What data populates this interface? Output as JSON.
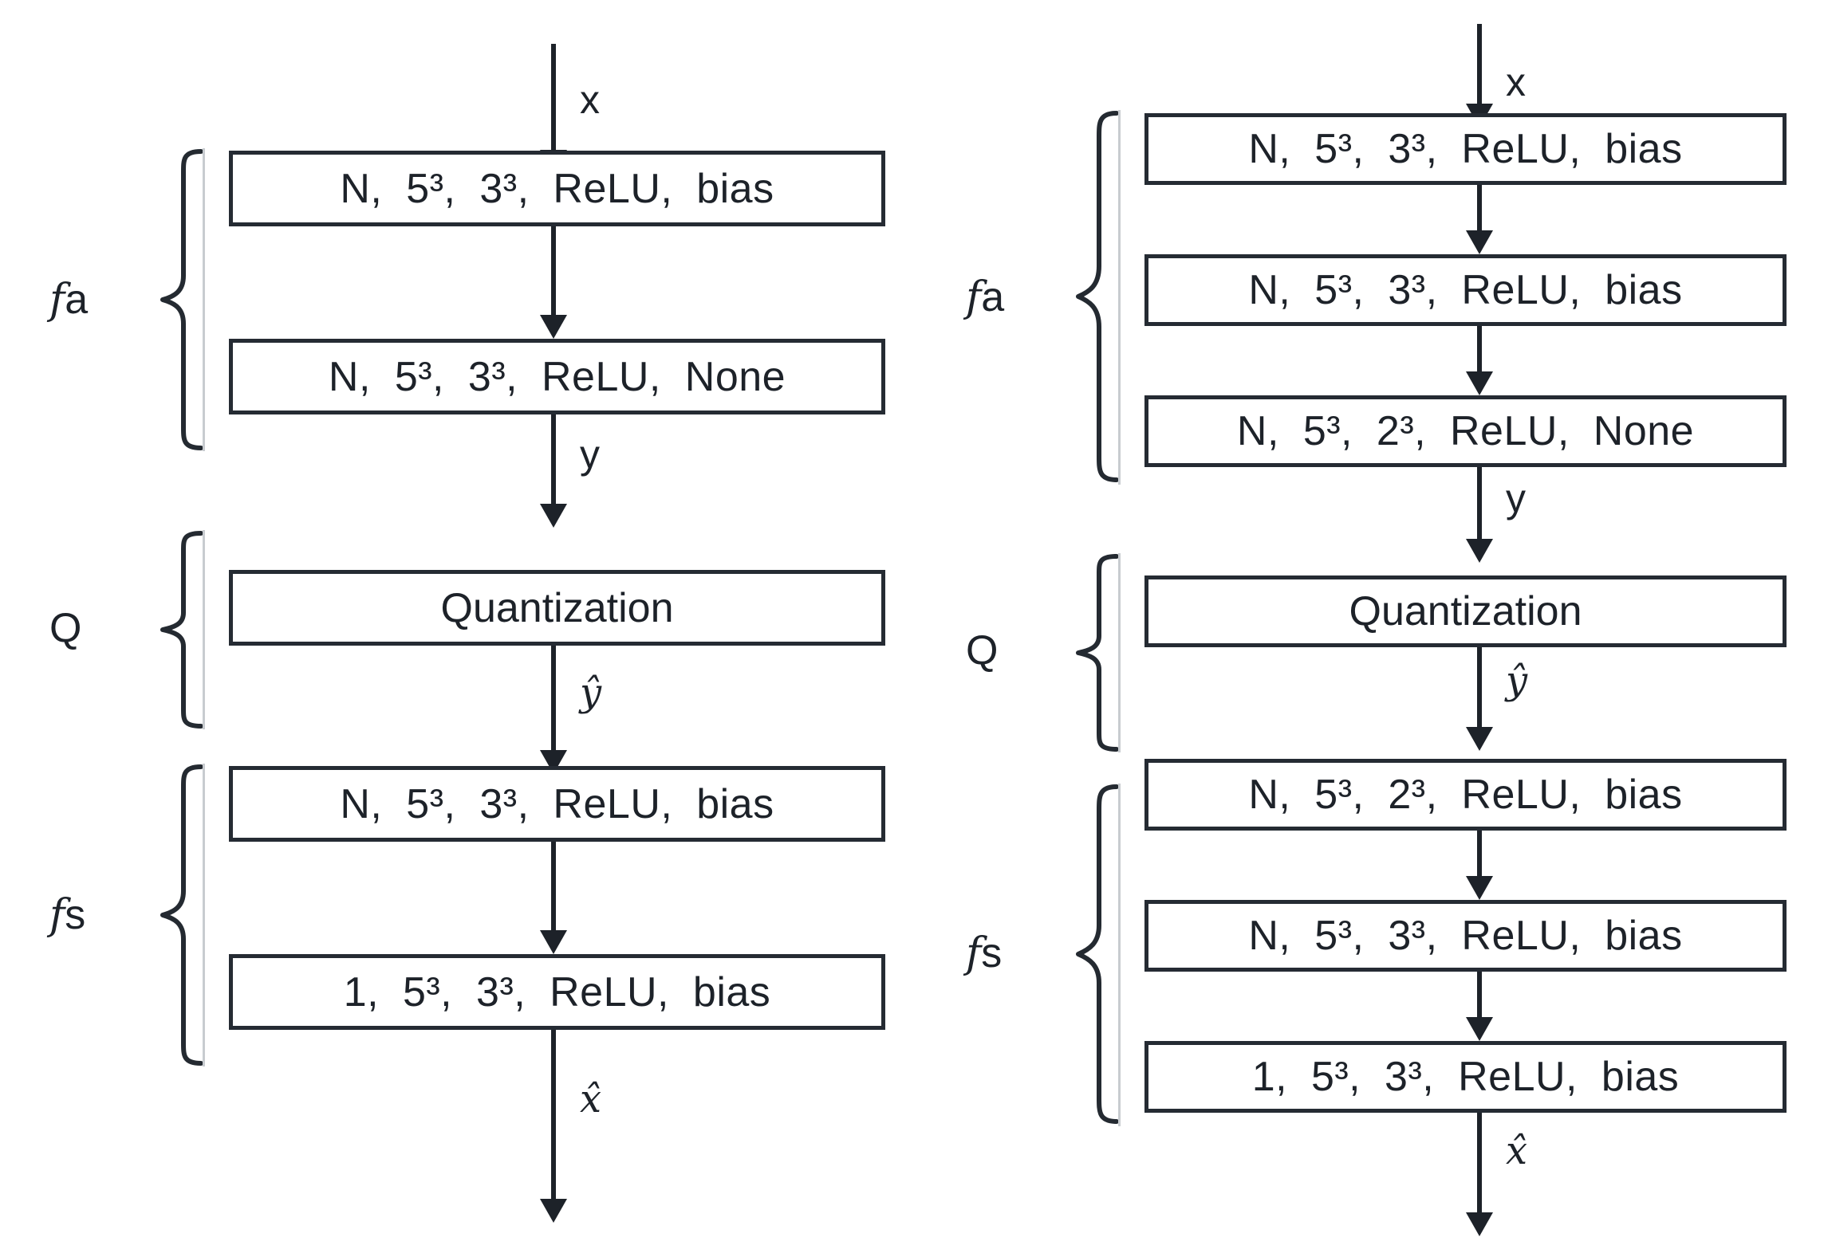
{
  "figure": {
    "type": "block-diagram",
    "description": "Two autoencoder network architecture block diagrams with analysis transform fa, quantization Q and synthesis transform fs",
    "panel_count": 2
  },
  "colors": {
    "stroke": "#1d2229",
    "box_border": "#252b33",
    "background": "#ffffff",
    "brace_bar": "#c8ccd0"
  },
  "panels": [
    {
      "id": "left",
      "name": "two-layer-architecture",
      "input_label": "x",
      "output_label": "x̂",
      "groups": [
        {
          "id": "fa",
          "label_italic": "f",
          "label_rest": "a",
          "boxes": [
            {
              "text": "N,  5³,  3³,  ReLU,  bias",
              "channels": "N",
              "filters": "5³",
              "kernel": "3³",
              "activation": "ReLU",
              "bias": "bias"
            },
            {
              "text": "N,  5³,  3³,  ReLU,  None",
              "channels": "N",
              "filters": "5³",
              "kernel": "3³",
              "activation": "ReLU",
              "bias": "None"
            }
          ]
        },
        {
          "id": "Q",
          "label_italic": "",
          "label_rest": "Q",
          "boxes": [
            {
              "text": "Quantization"
            }
          ]
        },
        {
          "id": "fs",
          "label_italic": "f",
          "label_rest": "s",
          "boxes": [
            {
              "text": "N,  5³,  3³,  ReLU,  bias",
              "channels": "N",
              "filters": "5³",
              "kernel": "3³",
              "activation": "ReLU",
              "bias": "bias"
            },
            {
              "text": "1,  5³,  3³,  ReLU,  bias",
              "channels": "1",
              "filters": "5³",
              "kernel": "3³",
              "activation": "ReLU",
              "bias": "bias"
            }
          ]
        }
      ],
      "edge_labels": {
        "input": "x",
        "latent": "y",
        "quantized": "ŷ",
        "reconstruction": "x̂"
      }
    },
    {
      "id": "right",
      "name": "three-layer-architecture",
      "input_label": "x",
      "output_label": "x̂",
      "groups": [
        {
          "id": "fa",
          "label_italic": "f",
          "label_rest": "a",
          "boxes": [
            {
              "text": "N,  5³,  3³,  ReLU,  bias",
              "channels": "N",
              "filters": "5³",
              "kernel": "3³",
              "activation": "ReLU",
              "bias": "bias"
            },
            {
              "text": "N,  5³,  3³,  ReLU,  bias",
              "channels": "N",
              "filters": "5³",
              "kernel": "3³",
              "activation": "ReLU",
              "bias": "bias"
            },
            {
              "text": "N,  5³,  2³,  ReLU,  None",
              "channels": "N",
              "filters": "5³",
              "kernel": "2³",
              "activation": "ReLU",
              "bias": "None"
            }
          ]
        },
        {
          "id": "Q",
          "label_italic": "",
          "label_rest": "Q",
          "boxes": [
            {
              "text": "Quantization"
            }
          ]
        },
        {
          "id": "fs",
          "label_italic": "f",
          "label_rest": "s",
          "boxes": [
            {
              "text": "N,  5³,  2³,  ReLU,  bias",
              "channels": "N",
              "filters": "5³",
              "kernel": "2³",
              "activation": "ReLU",
              "bias": "bias"
            },
            {
              "text": "N,  5³,  3³,  ReLU,  bias",
              "channels": "N",
              "filters": "5³",
              "kernel": "3³",
              "activation": "ReLU",
              "bias": "bias"
            },
            {
              "text": "1,  5³,  3³,  ReLU,  bias",
              "channels": "1",
              "filters": "5³",
              "kernel": "3³",
              "activation": "ReLU",
              "bias": "bias"
            }
          ]
        }
      ],
      "edge_labels": {
        "input": "x",
        "latent": "y",
        "quantized": "ŷ",
        "reconstruction": "x̂"
      }
    }
  ]
}
